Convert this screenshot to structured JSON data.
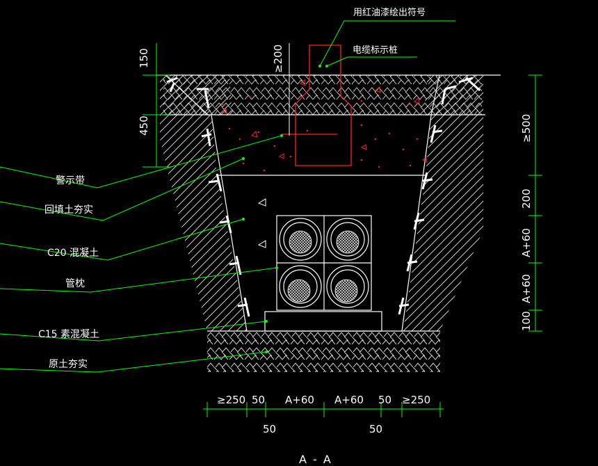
{
  "colors": {
    "background": "#000000",
    "line": "#ffffff",
    "leader": "#00ff00",
    "marker": "#ff2020",
    "hatch": "#cfcfcf"
  },
  "callouts": {
    "red_paint": "用红油漆绘出符号",
    "cable_marker_post": "电缆标示桩"
  },
  "labels": [
    {
      "key": "warning_tape",
      "text": "警示带"
    },
    {
      "key": "backfill",
      "text": "回填土夯实"
    },
    {
      "key": "c20_concrete",
      "text": "C20 混凝土"
    },
    {
      "key": "conduit",
      "text": "管枕"
    },
    {
      "key": "c15_concrete",
      "text": "C15 素混凝土"
    },
    {
      "key": "native_soil",
      "text": "原土夯实"
    }
  ],
  "left_dims": {
    "top": "150",
    "middle": "450",
    "marker_height": "≥200"
  },
  "right_dims": {
    "total": "≥500",
    "d1": "200",
    "d2": "A+60",
    "d3": "A+60",
    "d4": "100"
  },
  "bottom_dims": {
    "row1": [
      "≥250",
      "50",
      "A+60",
      "A+60",
      "50",
      "≥250"
    ],
    "row2": [
      "50",
      "50"
    ]
  },
  "section_title": "A - A"
}
